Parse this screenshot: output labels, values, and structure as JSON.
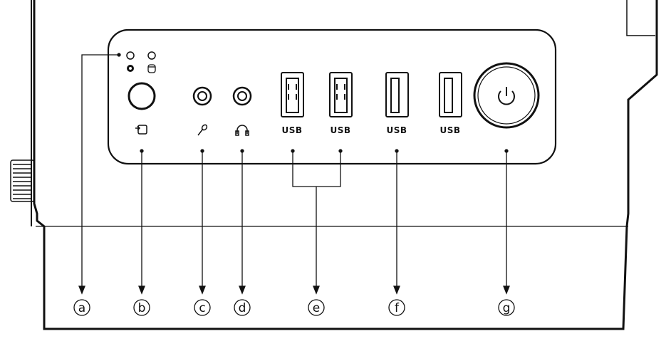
{
  "ports": {
    "usb_labels": [
      "USB",
      "USB",
      "USB",
      "USB"
    ]
  },
  "callouts": [
    "a",
    "b",
    "c",
    "d",
    "e",
    "f",
    "g"
  ],
  "icons": {
    "activity_led": "gear-icon",
    "hdd_led": "cylinder-icon",
    "reset": "reset-icon",
    "mic": "microphone-icon",
    "headphone": "headphone-icon",
    "power": "power-icon"
  },
  "colors": {
    "line": "#111111",
    "background": "#ffffff"
  }
}
